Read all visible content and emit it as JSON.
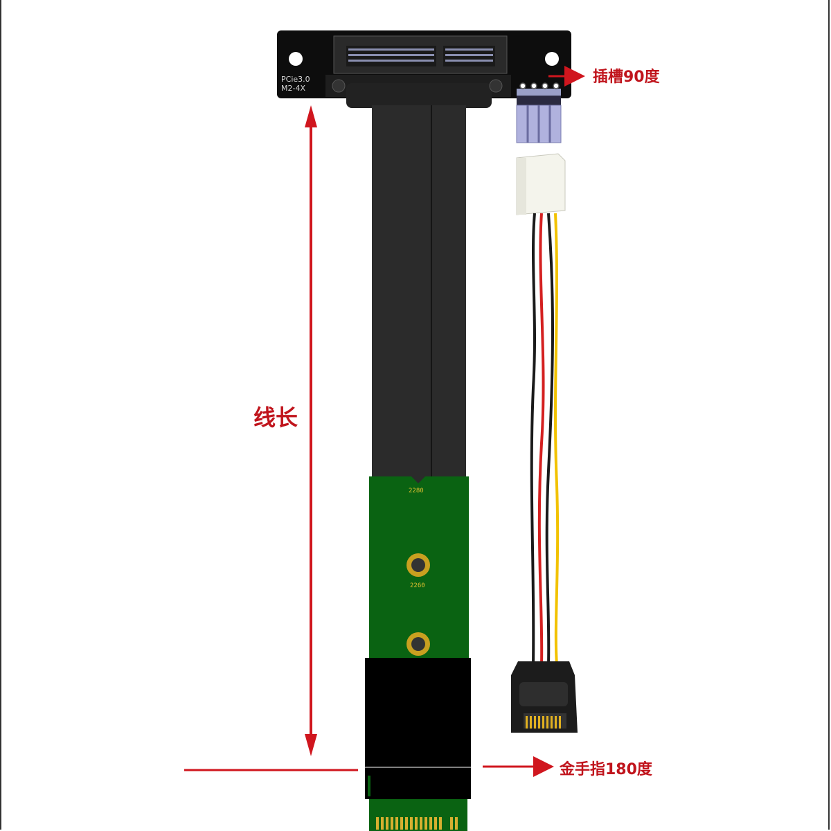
{
  "board": {
    "line1": "PCie3.0",
    "line2": "M2-4X"
  },
  "pcb": {
    "size_top": "2280",
    "size_mid": "2260"
  },
  "labels": {
    "slot_angle": "插槽90度",
    "cable_length": "线长",
    "gold_finger_angle": "金手指180度"
  },
  "colors": {
    "annotation_red": "#d0161e",
    "pcb_green": "#0a6312",
    "cable_black": "#2b2b2b",
    "wire_red": "#d42020",
    "wire_yellow": "#f2c200",
    "wire_black": "#1a1a1a"
  }
}
